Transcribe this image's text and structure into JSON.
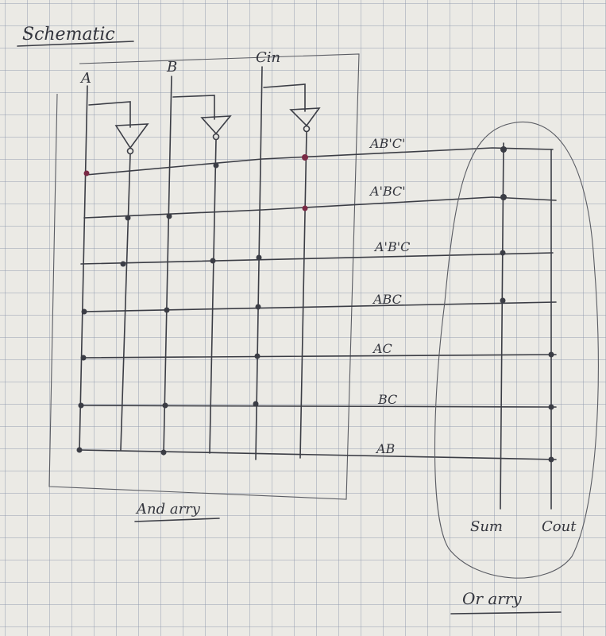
{
  "title": "Schematic",
  "inputs": [
    "A",
    "B",
    "Cin"
  ],
  "product_terms": [
    "AB'C'",
    "A'BC'",
    "A'B'C",
    "ABC",
    "AC",
    "BC",
    "AB"
  ],
  "and_array_label": "And arry",
  "or_outputs": [
    "Sum",
    "Cout"
  ],
  "or_array_label": "Or arry",
  "colors": {
    "ink": "#3b3d45",
    "dot_highlight": "#7a2a45",
    "paper": "#ebeae5"
  }
}
